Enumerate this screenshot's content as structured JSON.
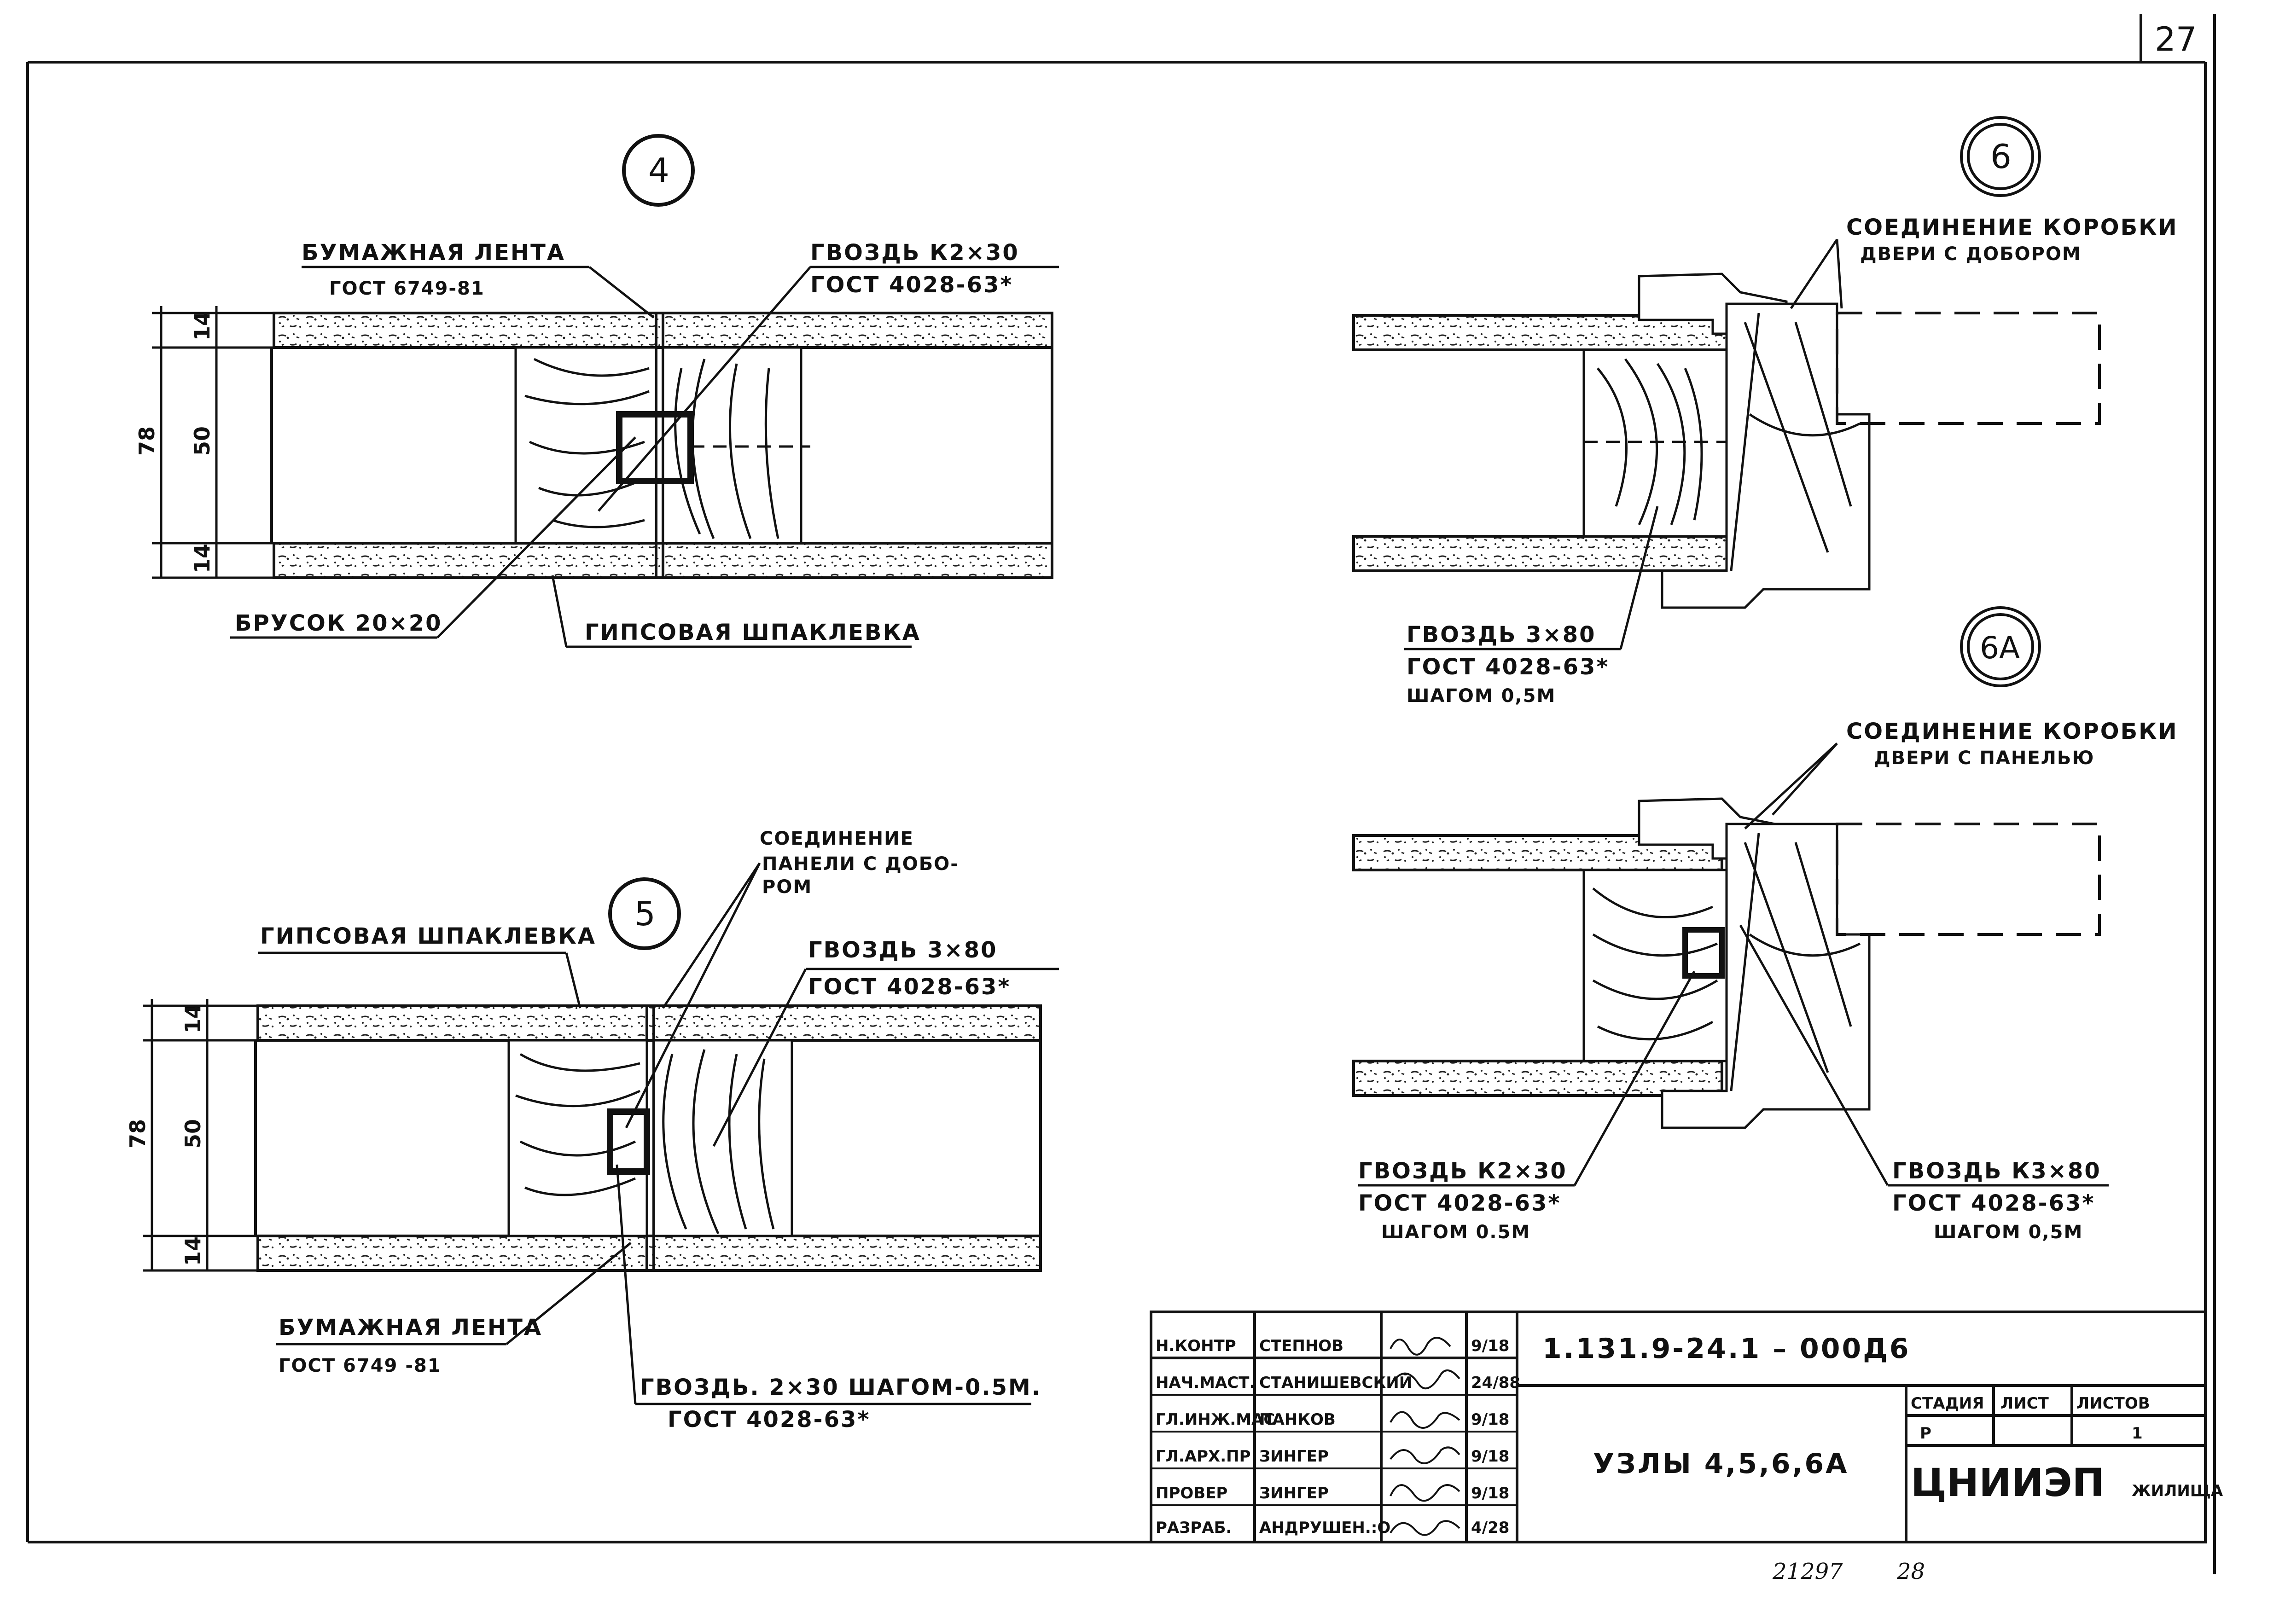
{
  "page_number": "27",
  "detail_labels": {
    "d4": "4",
    "d5": "5",
    "d6": "6",
    "d6a": "6А"
  },
  "detail4": {
    "paper_tape": "БУМАЖНАЯ ЛЕНТА",
    "paper_tape_gost": "ГОСТ 6749-81",
    "nail": "ГВОЗДЬ К2×30",
    "nail_gost": "ГОСТ 4028-63*",
    "bar": "БРУСОК 20×20",
    "gypsum": "ГИПСОВАЯ ШПАКЛЕВКА",
    "dim_total": "78",
    "dim_core": "50",
    "dim_top": "14",
    "dim_bottom": "14"
  },
  "detail5": {
    "gypsum": "ГИПСОВАЯ ШПАКЛЕВКА",
    "joint_line1": "СОЕДИНЕНИЕ",
    "joint_line2": "ПАНЕЛИ С ДОБО-",
    "joint_line3": "РОМ",
    "nail": "ГВОЗДЬ 3×80",
    "nail_gost": "ГОСТ 4028-63*",
    "paper_tape": "БУМАЖНАЯ ЛЕНТА",
    "paper_tape_gost": "ГОСТ 6749 -81",
    "nail2": "ГВОЗДЬ. 2×30 ШАГОМ-0.5М.",
    "nail2_gost": "ГОСТ 4028-63*",
    "dim_total": "78",
    "dim_core": "50",
    "dim_top": "14",
    "dim_bottom": "14"
  },
  "detail6": {
    "joint_line1": "СОЕДИНЕНИЕ КОРОБКИ",
    "joint_line2": "ДВЕРИ С ДОБОРОМ",
    "nail": "ГВОЗДЬ 3×80",
    "nail_gost": "ГОСТ 4028-63*",
    "nail_step": "ШАГОМ 0,5М"
  },
  "detail6a": {
    "joint_line1": "СОЕДИНЕНИЕ КОРОБКИ",
    "joint_line2": "ДВЕРИ С ПАНЕЛЬЮ",
    "nail_left": "ГВОЗДЬ К2×30",
    "nail_left_gost": "ГОСТ 4028-63*",
    "nail_left_step": "ШАГОМ 0.5М",
    "nail_right": "ГВОЗДЬ К3×80",
    "nail_right_gost": "ГОСТ 4028-63*",
    "nail_right_step": "ШАГОМ 0,5М"
  },
  "title_block": {
    "doc_code": "1.131.9-24.1 – 000Д6",
    "title": "УЗЛЫ 4,5,6,6А",
    "org": "ЦНИИЭП",
    "org_suffix": "ЖИЛИЩА",
    "stage_header": "СТАДИЯ",
    "sheet_header": "ЛИСТ",
    "sheets_header": "ЛИСТОВ",
    "stage_value": "Р",
    "sheets_value": "1",
    "rows": [
      {
        "role": "Н.КОНТР",
        "name": "СТЕПНОВ",
        "date": "9/18"
      },
      {
        "role": "НАЧ.МАСТ.",
        "name": "СТАНИШЕВСКИЙ",
        "date": "24/88"
      },
      {
        "role": "ГЛ.ИНЖ.МАС",
        "name": "ПАНКОВ",
        "date": "9/18"
      },
      {
        "role": "ГЛ.АРХ.ПР",
        "name": "ЗИНГЕР",
        "date": "9/18"
      },
      {
        "role": "ПРОВЕР",
        "name": "ЗИНГЕР",
        "date": "9/18"
      },
      {
        "role": "РАЗРАБ.",
        "name": "АНДРУШЕН.:О",
        "date": "4/28"
      }
    ]
  },
  "footer_numbers": {
    "inv": "21297",
    "page": "28"
  }
}
